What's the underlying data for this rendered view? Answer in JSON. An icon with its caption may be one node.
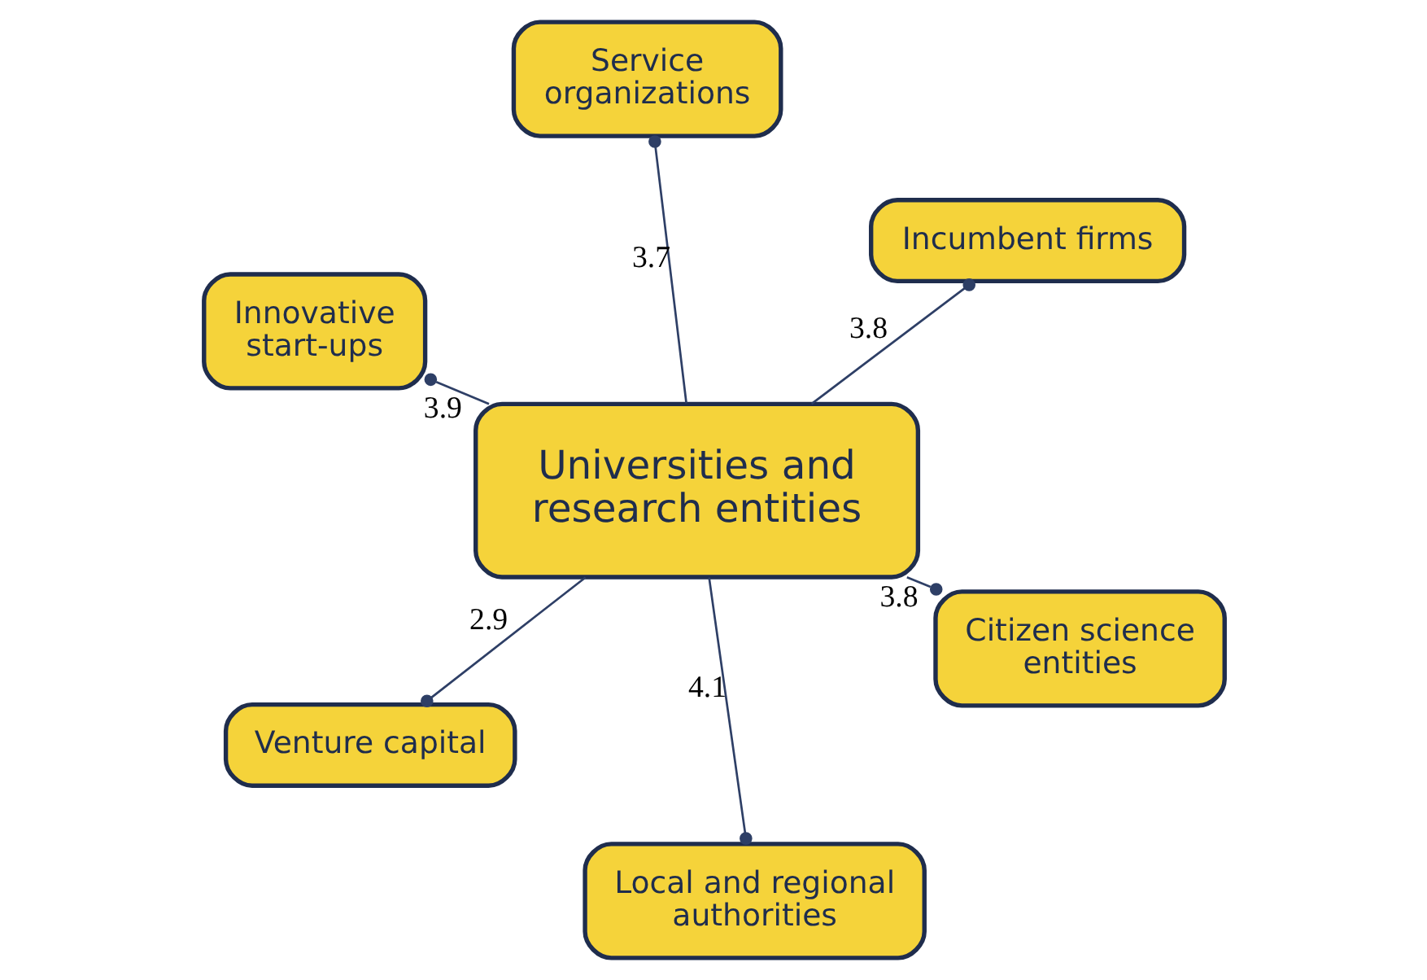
{
  "diagram": {
    "nodes": [
      {
        "text": [
          "Innovative start-ups"
        ]
      },
      {
        "text": [
          "Citizen science entities"
        ]
      },
      {
        "text": [
          "Local and regional authorities"
        ]
      },
      {
        "text": [
          "Universities and research entities"
        ]
      },
      {
        "text": [
          "Incumbent firms"
        ]
      },
      {
        "text": [
          "Service organizations"
        ]
      },
      {
        "text": [
          "Venture capital"
        ]
      }
    ],
    "edges": [
      {
        "from": 3,
        "to": 0,
        "arrow": "other",
        "label": "3.9"
      },
      {
        "from": 3,
        "to": 1,
        "arrow": "other",
        "label": "3.8"
      },
      {
        "from": 3,
        "to": 2,
        "arrow": "other",
        "label": "4.1"
      },
      {
        "from": 3,
        "to": 4,
        "arrow": "other",
        "label": "3.8"
      },
      {
        "from": 3,
        "to": 5,
        "arrow": "other",
        "label": "3.7"
      },
      {
        "from": 3,
        "to": 6,
        "arrow": "other",
        "label": "2.9"
      }
    ]
  }
}
